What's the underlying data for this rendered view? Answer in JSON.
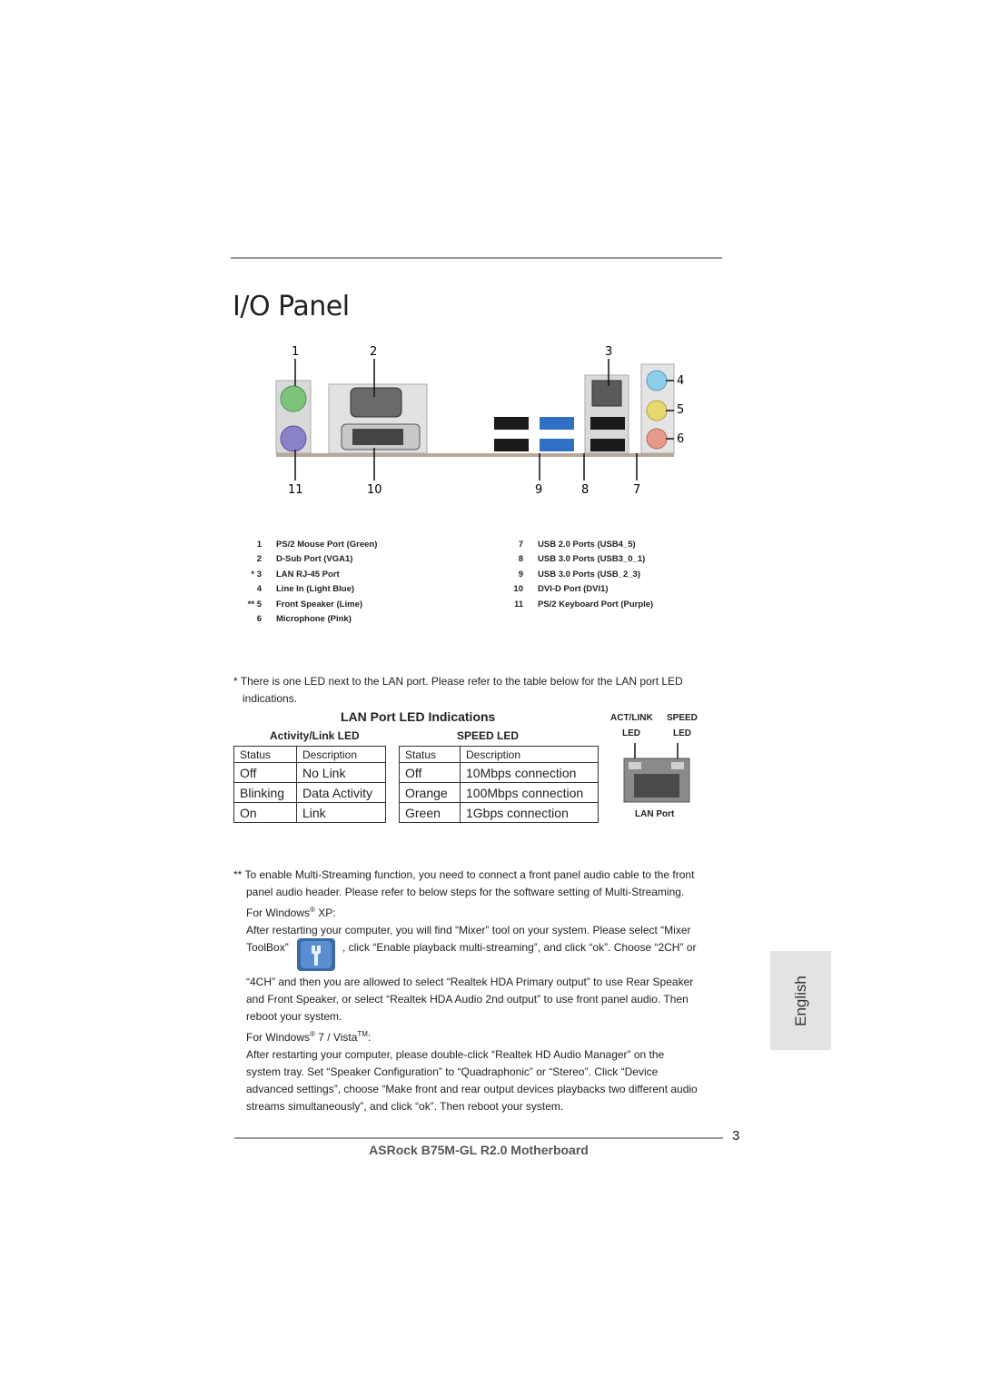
{
  "title": "I/O Panel",
  "callouts": {
    "top": [
      "1",
      "2",
      "3"
    ],
    "right": [
      "4",
      "5",
      "6"
    ],
    "bottom": [
      "11",
      "10",
      "9",
      "8",
      "7"
    ]
  },
  "legend": {
    "left": [
      {
        "num": "1",
        "label": "PS/2  Mouse  Port  (Green)"
      },
      {
        "num": "2",
        "label": "D-Sub  Port  (VGA1)"
      },
      {
        "num": "* 3",
        "label": "LAN  RJ-45  Port"
      },
      {
        "num": "4",
        "label": "Line  In  (Light  Blue)"
      },
      {
        "num": "** 5",
        "label": "Front  Speaker  (Lime)"
      },
      {
        "num": "6",
        "label": "Microphone  (Pink)"
      }
    ],
    "right": [
      {
        "num": "7",
        "label": "USB 2.0  Ports  (USB4_5)"
      },
      {
        "num": "8",
        "label": "USB 3.0  Ports  (USB3_0_1)"
      },
      {
        "num": "9",
        "label": "USB 3.0  Ports  (USB_2_3)"
      },
      {
        "num": "10",
        "label": "DVI-D  Port  (DVI1)"
      },
      {
        "num": "11",
        "label": "PS/2  Keyboard  Port  (Purple)"
      }
    ]
  },
  "lan_note": {
    "line1": "* There is one LED next to the LAN port. Please refer to the table below for the LAN port LED",
    "line2": "indications."
  },
  "lan_led": {
    "heading": "LAN Port LED Indications",
    "activity_title": "Activity/Link LED",
    "speed_title": "SPEED LED",
    "activity_table": {
      "headers": [
        "Status",
        "Description"
      ],
      "rows": [
        [
          "Off",
          "No Link"
        ],
        [
          "Blinking",
          "Data Activity"
        ],
        [
          "On",
          "Link"
        ]
      ]
    },
    "speed_table": {
      "headers": [
        "Status",
        "Description"
      ],
      "rows": [
        [
          "Off",
          "10Mbps connection"
        ],
        [
          "Orange",
          "100Mbps connection"
        ],
        [
          "Green",
          "1Gbps connection"
        ]
      ]
    },
    "diagram": {
      "act_label_1": "ACT/LINK",
      "act_label_2": "LED",
      "speed_label_1": "SPEED",
      "speed_label_2": "LED",
      "port_label": "LAN Port"
    }
  },
  "multistream": {
    "p1": "** To enable Multi-Streaming function, you need to connect a front panel audio cable to the front",
    "p2": "panel audio header. Please refer to below steps for the software setting of Multi-Streaming.",
    "xp_prefix": "For Windows",
    "xp_sup": "®",
    "xp_suffix": " XP:",
    "p3": "After restarting your computer, you will find “Mixer” tool on your system. Please select “Mixer",
    "p4a": "ToolBox”",
    "p4b": ", click “Enable playback multi-streaming”, and click “ok”. Choose “2CH” or",
    "p5": "“4CH” and then you are allowed to select “Realtek HDA Primary output” to use Rear Speaker",
    "p6": "and Front Speaker, or select “Realtek HDA Audio 2nd output” to use front panel audio. Then",
    "p7": "reboot your system.",
    "vista_prefix": "For Windows",
    "vista_sup1": "®",
    "vista_mid": " 7 / Vista",
    "vista_sup2": "TM",
    "vista_suffix": ":",
    "p8": "After restarting your computer, please double-click “Realtek HD Audio Manager” on the",
    "p9": "system tray. Set “Speaker Configuration” to “Quadraphonic” or “Stereo”. Click “Device",
    "p10": "advanced settings”, choose “Make front and rear output devices playbacks two different audio",
    "p11": "streams simultaneously”, and click “ok”. Then reboot your system."
  },
  "side_tab": "English",
  "page_number": "3",
  "footer": "ASRock  B75M-GL R2.0  Motherboard",
  "colors": {
    "ps2_mouse": "#7cc47c",
    "ps2_keyboard": "#8a82c8",
    "line_in": "#8ecde8",
    "speaker": "#e6d96e",
    "mic": "#e89a8a",
    "usb3": "#2f6fc4",
    "usb2": "#1a1a1a"
  }
}
